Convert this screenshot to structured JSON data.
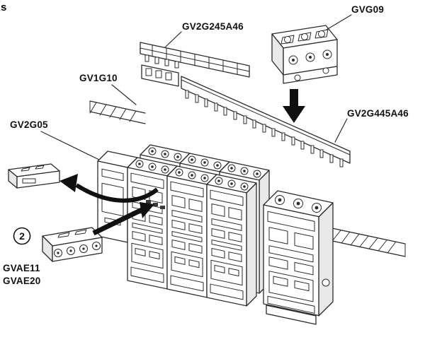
{
  "colors": {
    "line": "#2b2b2b",
    "arrow": "#101010",
    "shade": "#e9e9e9",
    "background": "#ffffff"
  },
  "figure": {
    "corner_text": "s",
    "step_badge": "2"
  },
  "labels": {
    "busbar_2row": "GV2G245A46",
    "terminal_block": "GVG09",
    "din_rail": "GV1G10",
    "busbar_4row": "GV2G445A46",
    "spacer": "GV2G05",
    "aux_block_a": "GVAE11",
    "aux_block_b": "GVAE20"
  }
}
